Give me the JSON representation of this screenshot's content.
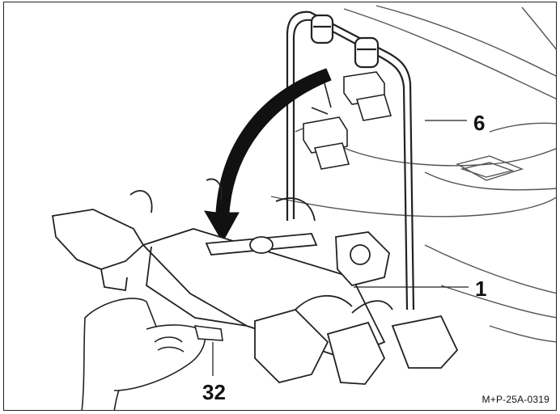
{
  "figure": {
    "callouts": [
      {
        "id": "6",
        "label": "6"
      },
      {
        "id": "1",
        "label": "1"
      },
      {
        "id": "32",
        "label": "32"
      }
    ],
    "reference_code": "M+P-25A-0319"
  }
}
